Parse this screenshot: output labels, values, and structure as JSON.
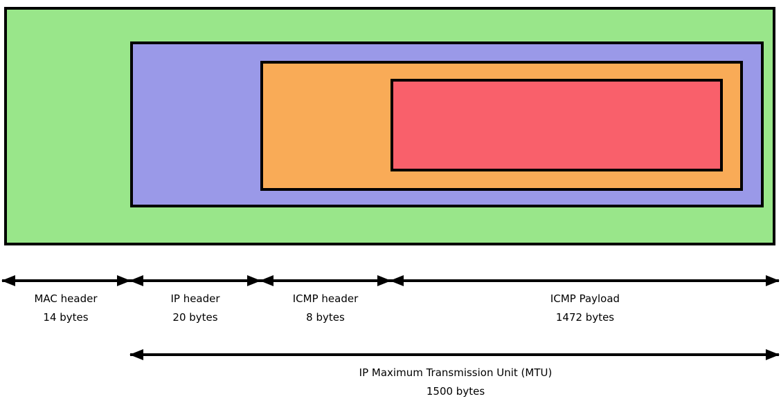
{
  "colors": {
    "frame": "#99e68a",
    "ip": "#9a99e8",
    "icmp": "#f9ab57",
    "payload": "#f9606b",
    "border": "#000000"
  },
  "boxes": {
    "frame": "ethernet-frame",
    "ip": "ip-packet",
    "icmp": "icmp-packet",
    "payload": "icmp-payload"
  },
  "segments": [
    {
      "label": "MAC header",
      "size": "14 bytes"
    },
    {
      "label": "IP header",
      "size": "20 bytes"
    },
    {
      "label": "ICMP header",
      "size": "8 bytes"
    },
    {
      "label": "ICMP Payload",
      "size": "1472 bytes"
    }
  ],
  "mtu": {
    "label": "IP Maximum Transmission Unit (MTU)",
    "size": "1500 bytes"
  }
}
